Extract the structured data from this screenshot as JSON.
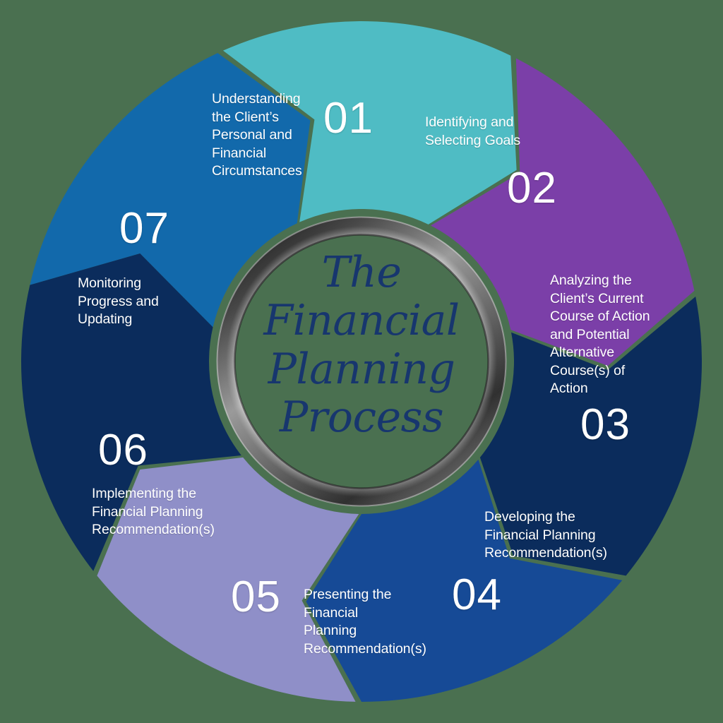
{
  "background_color": "#4a7050",
  "center": {
    "title_lines": "The\nFinancial\nPlanning\nProcess",
    "title_text": "The Financial Planning Process",
    "text_color": "#17366e",
    "ring_outer_color": "#2b2b2b",
    "ring_inner_color": "#f2f2f2"
  },
  "chart_data": {
    "type": "pie",
    "title": "The Financial Planning Process",
    "xlabel": "",
    "ylabel": "",
    "legend_position": "none",
    "grid": false,
    "categories": [
      "Understanding the Client’s Personal and Financial Circumstances",
      "Identifying and Selecting Goals",
      "Analyzing the Client’s Current Course of Action and Potential Alternative Course(s) of Action",
      "Developing the Financial Planning Recommendation(s)",
      "Presenting the Financial Planning Recommendation(s)",
      "Implementing the Financial Planning Recommendation(s)",
      "Monitoring Progress and Updating"
    ],
    "values": [
      1,
      1,
      1,
      1,
      1,
      1,
      1
    ],
    "colors": [
      "#1269ab",
      "#4fbcc4",
      "#7b3fa8",
      "#0b2c5c",
      "#164a96",
      "#8f8fc8",
      "#0b2c5c"
    ],
    "labels": [
      "01",
      "02",
      "03",
      "04",
      "05",
      "06",
      "07"
    ]
  },
  "segments": [
    {
      "number": "01",
      "label": "Understanding\nthe Client’s\nPersonal and\nFinancial\nCircumstances",
      "color": "#1269ab",
      "start_deg": -77,
      "end_deg": -25
    },
    {
      "number": "02",
      "label": "Identifying and\nSelecting Goals",
      "color": "#4fbcc4",
      "start_deg": -24,
      "end_deg": 26
    },
    {
      "number": "03",
      "label": "Analyzing the\nClient’s Current\nCourse of Action\nand Potential\nAlternative\nCourse(s) of\nAction",
      "color": "#7b3fa8",
      "start_deg": 27,
      "end_deg": 78
    },
    {
      "number": "04",
      "label": "Developing the\nFinancial Planning\nRecommendation(s)",
      "color": "#0b2c5c",
      "start_deg": 79,
      "end_deg": 129
    },
    {
      "number": "05",
      "label": "Presenting the\nFinancial\nPlanning\nRecommendation(s)",
      "color": "#164a96",
      "start_deg": 130,
      "end_deg": 180
    },
    {
      "number": "06",
      "label": "Implementing the\nFinancial Planning\nRecommendation(s)",
      "color": "#8f8fc8",
      "start_deg": 181,
      "end_deg": 231
    },
    {
      "number": "07",
      "label": "Monitoring\nProgress and\nUpdating",
      "color": "#0b2c5c",
      "start_deg": 232,
      "end_deg": 283
    }
  ]
}
